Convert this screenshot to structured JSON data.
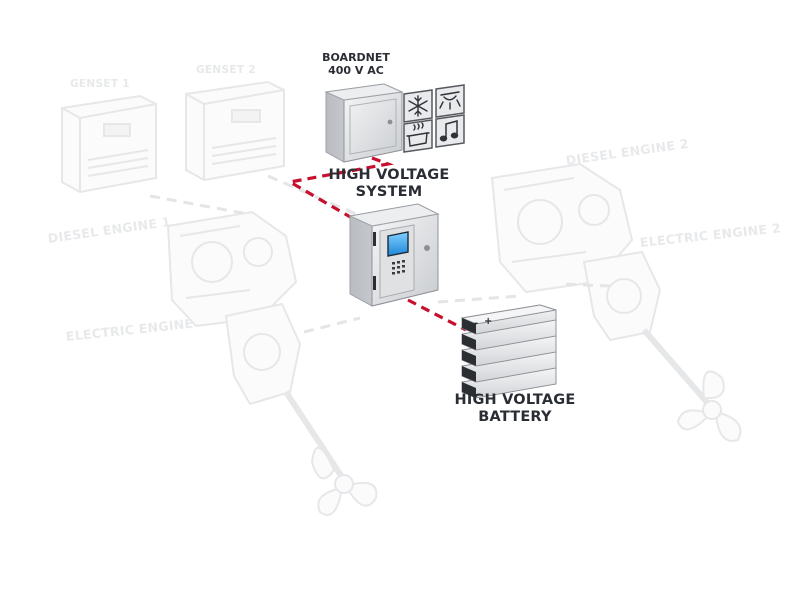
{
  "labels": {
    "boardnet_line1": "BOARDNET",
    "boardnet_line2": "400 V AC",
    "hv_system_line1": "HIGH VOLTAGE",
    "hv_system_line2": "SYSTEM",
    "hv_battery_line1": "HIGH VOLTAGE",
    "hv_battery_line2": "BATTERY",
    "genset_1": "GENSET 1",
    "genset_2": "GENSET 2",
    "diesel_engine_1": "DIESEL ENGINE 1",
    "diesel_engine_2": "DIESEL ENGINE 2",
    "electric_engine_1": "ELECTRIC ENGINE",
    "electric_engine_2": "ELECTRIC ENGINE 2"
  },
  "consumer_icons": [
    "snowflake-icon",
    "lamp-icon",
    "cooking-pot-icon",
    "music-note-icon"
  ],
  "battery": {
    "modules": 5,
    "terminal_minus": "-",
    "terminal_plus": "+"
  },
  "colors": {
    "hv_connection": "#c8102e",
    "label_text": "#2a2d33",
    "faded_component": "#ececee"
  }
}
